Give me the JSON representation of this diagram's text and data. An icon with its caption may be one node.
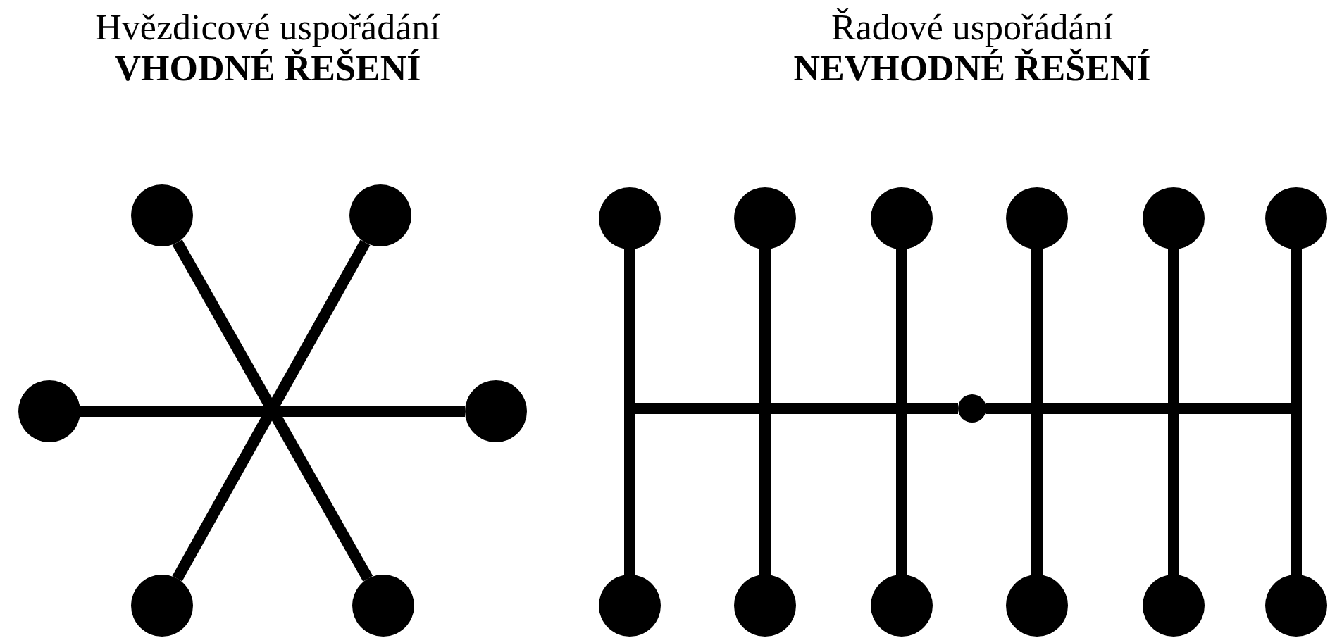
{
  "diagram": {
    "nodes": [
      {
        "text": [],
        "shape": "circle"
      },
      {
        "text": [],
        "shape": "circle"
      },
      {
        "text": [],
        "shape": "circle"
      },
      {
        "text": [],
        "shape": "circle"
      },
      {
        "text": [],
        "shape": "circle"
      },
      {
        "text": [],
        "shape": "circle"
      },
      {
        "text": [],
        "shape": "circle"
      },
      {
        "text": [],
        "shape": "circle"
      },
      {
        "text": [],
        "shape": "circle"
      },
      {
        "text": [],
        "shape": "circle"
      },
      {
        "text": [],
        "shape": "circle"
      },
      {
        "text": [],
        "shape": "circle"
      },
      {
        "text": [],
        "shape": "circle"
      },
      {
        "text": [],
        "shape": "circle"
      },
      {
        "text": [],
        "shape": "circle"
      },
      {
        "text": [],
        "shape": "circle"
      },
      {
        "text": [],
        "shape": "circle"
      },
      {
        "text": [],
        "shape": "circle"
      },
      {
        "text": [],
        "shape": "circle"
      }
    ],
    "edges": [
      {
        "from": 0,
        "to": 5,
        "arrow": "none"
      },
      {
        "from": 1,
        "to": 4,
        "arrow": "none"
      },
      {
        "from": 2,
        "to": 3,
        "arrow": "none"
      },
      {
        "from": 6,
        "to": 12,
        "arrow": "none"
      },
      {
        "from": 7,
        "to": 13,
        "arrow": "none"
      },
      {
        "from": 8,
        "to": 14,
        "arrow": "none"
      },
      {
        "from": 9,
        "to": 15,
        "arrow": "none"
      },
      {
        "from": 10,
        "to": 16,
        "arrow": "none"
      },
      {
        "from": 11,
        "to": 17,
        "arrow": "none"
      },
      {
        "from": 18,
        "to": null,
        "arrow": "none"
      },
      {
        "from": null,
        "to": 18,
        "arrow": "none"
      }
    ],
    "labels": [
      "Hvězdicové uspořádání",
      "VHODNÉ ŘEŠENÍ",
      "Řadové uspořádání",
      "NEVHODNÉ ŘEŠENÍ"
    ]
  }
}
